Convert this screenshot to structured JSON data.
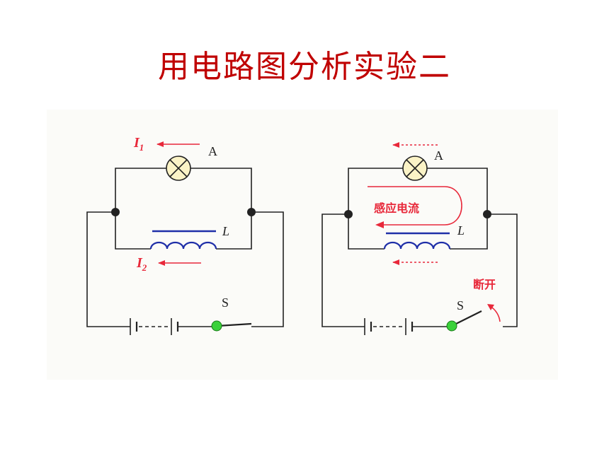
{
  "title": "用电路图分析实验二",
  "left": {
    "lamp": "A",
    "inductor": "L",
    "switch": "S",
    "current1_base": "I",
    "current1_sub": "1",
    "current2_base": "I",
    "current2_sub": "2"
  },
  "right": {
    "lamp": "A",
    "inductor": "L",
    "switch": "S",
    "induced_current": "感应电流",
    "open_label": "断开"
  },
  "colors": {
    "title": "#c00000",
    "arrow": "#e8283a",
    "coil": "#1f2fa8",
    "lamp_fill": "#fbf3c6",
    "switch_dot": "#3ad13a"
  }
}
